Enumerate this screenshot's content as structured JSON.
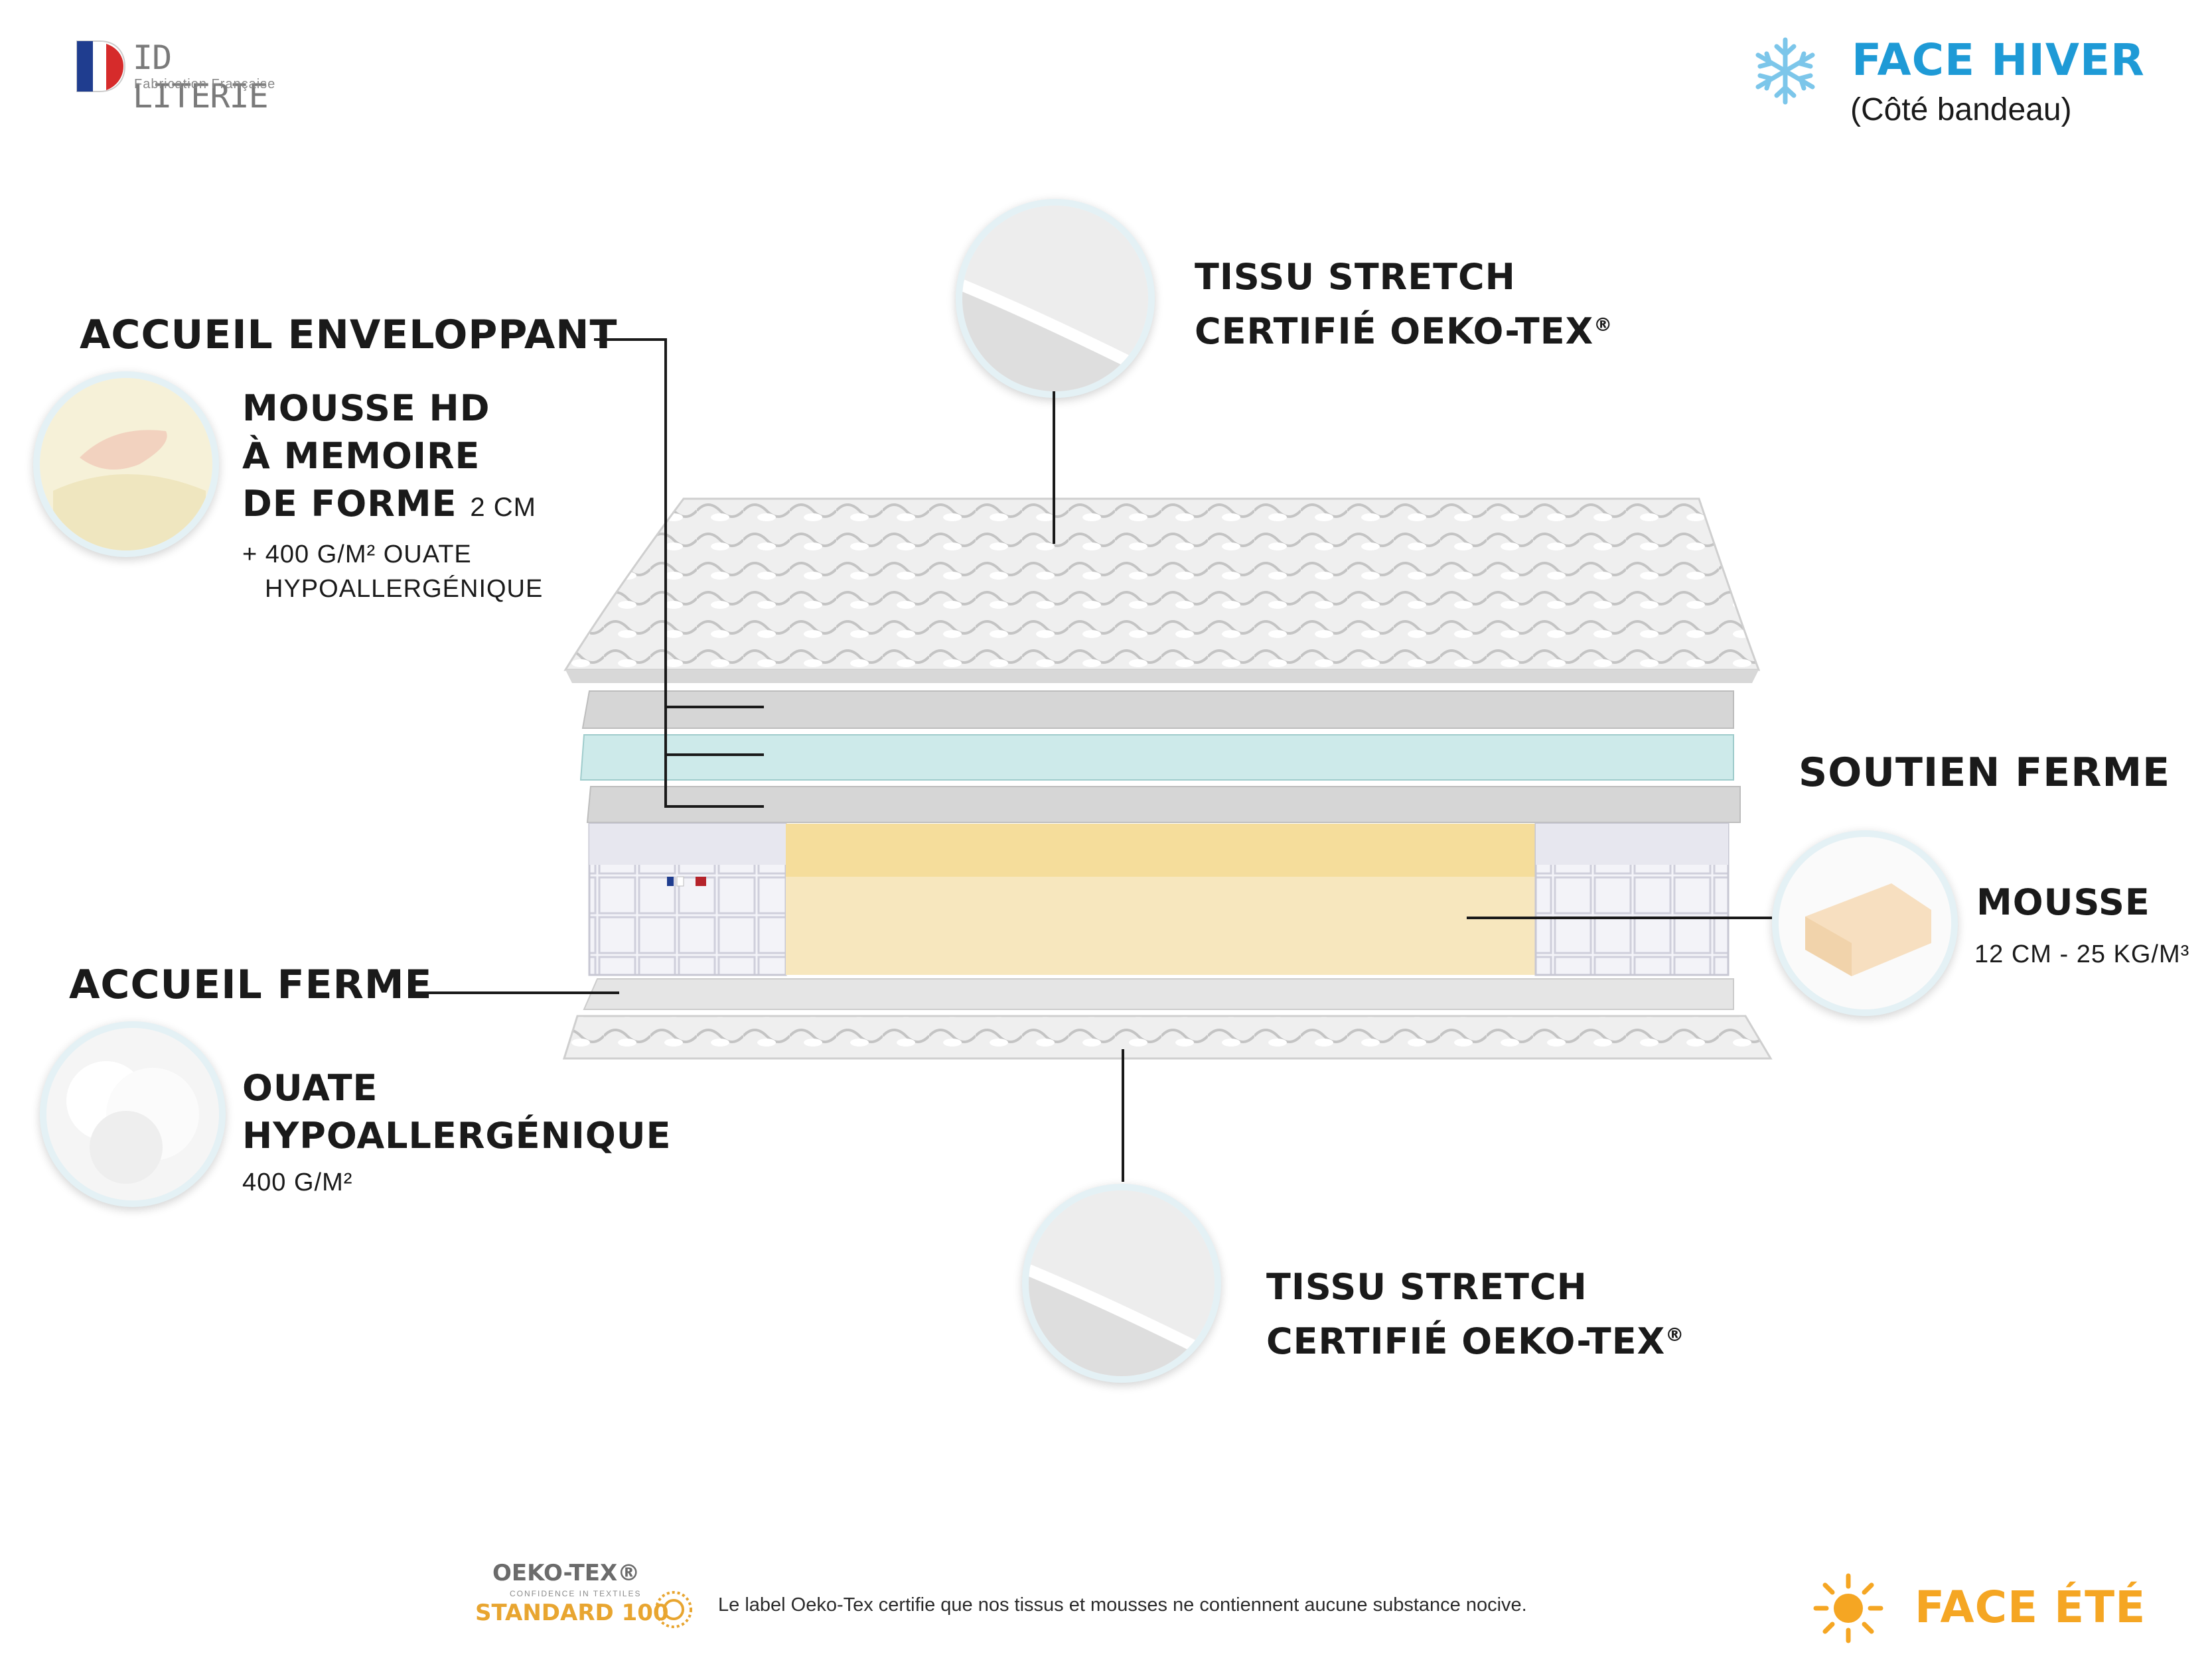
{
  "brand": {
    "name": "ID LITERIE",
    "tagline": "Fabrication Française"
  },
  "face_hiver": {
    "title": "FACE HIVER",
    "subtitle": "(Côté bandeau)"
  },
  "face_ete": {
    "title": "FACE ÉTÉ"
  },
  "tissu_top": {
    "line1": "TISSU STRETCH",
    "line2": "CERTIFIÉ OEKO-TEX",
    "mark": "®"
  },
  "tissu_bottom": {
    "line1": "TISSU STRETCH",
    "line2": "CERTIFIÉ OEKO-TEX",
    "mark": "®"
  },
  "accueil_enveloppant": {
    "title": "ACCUEIL ENVELOPPANT",
    "line1": "MOUSSE HD",
    "line2": "À MEMOIRE",
    "line3": "DE FORME",
    "size": "2 CM",
    "extra1": "+ 400 G/M² OUATE",
    "extra2": "HYPOALLERGÉNIQUE"
  },
  "soutien_ferme": {
    "title": "SOUTIEN FERME",
    "label": "MOUSSE",
    "detail": "12 CM - 25 KG/M³"
  },
  "accueil_ferme": {
    "title": "ACCUEIL FERME",
    "line1": "OUATE",
    "line2": "HYPOALLERGÉNIQUE",
    "detail": "400 G/M²"
  },
  "oeko_logo": {
    "line1": "OEKO-TEX®",
    "line2": "CONFIDENCE IN TEXTILES",
    "line3": "STANDARD 100"
  },
  "footer_note": "Le label Oeko-Tex certifie que nos tissus et mousses ne contiennent aucune substance nocive.",
  "colors": {
    "accent_blue": "#1e9ad6",
    "accent_orange": "#f5a623",
    "foam_yellow": "#f7e7be",
    "gel_blue": "#cdeaea",
    "text": "#1a1a1a"
  }
}
